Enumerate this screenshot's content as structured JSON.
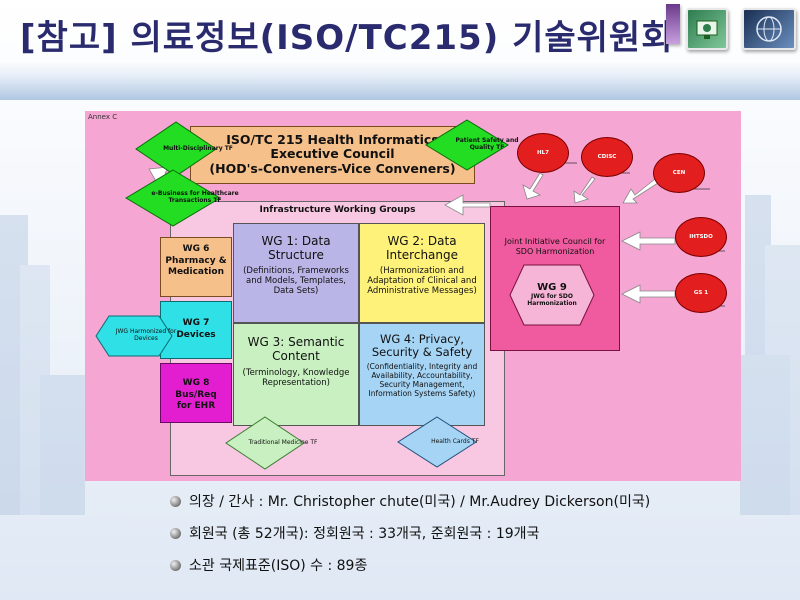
{
  "slide": {
    "title": "[참고] 의료정보(ISO/TC215) 기술위원회"
  },
  "diagram": {
    "annex_label": "Annex C",
    "executive_council": {
      "line1": "ISO/TC 215 Health Informatics",
      "line2": "Executive Council",
      "line3": "(HOD's-Conveners-Vice Conveners)"
    },
    "infrastructure_label": "Infrastructure Working Groups",
    "diamonds": {
      "multi_disciplinary": "Multi-Disciplinary TF",
      "patient_safety": "Patient Safety and Quality TF",
      "ebusiness": "e-Business for Healthcare Transactions TF",
      "jwg_devices": "JWG Harmonized for Devices",
      "traditional_medicine": "Traditional Medicine TF",
      "health_cards": "Health Cards TF"
    },
    "wg6": "WG 6 Pharmacy & Medication",
    "wg7": "WG 7 Devices",
    "wg8": "WG 8 Bus/Req for EHR",
    "wg1": {
      "title": "WG 1: Data Structure",
      "desc": "(Definitions, Frameworks and Models, Templates, Data Sets)"
    },
    "wg2": {
      "title": "WG 2: Data Interchange",
      "desc": "(Harmonization and Adaptation of Clinical and Administrative Messages)"
    },
    "wg3": {
      "title": "WG 3: Semantic Content",
      "desc": "(Terminology, Knowledge Representation)"
    },
    "wg4": {
      "title": "WG 4: Privacy, Security & Safety",
      "desc": "(Confidentiality, Integrity and Availability, Accountability, Security Management, Information Systems Safety)"
    },
    "jic": {
      "title": "Joint Initiative Council for SDO Harmonization"
    },
    "wg9": {
      "title": "WG 9",
      "desc": "JWG for SDO Harmonization"
    },
    "sdos": [
      "HL7",
      "CDISC",
      "CEN",
      "IHTSDO",
      "GS 1"
    ]
  },
  "bullets": [
    "의장 / 간사 : Mr. Christopher chute(미국) / Mr.Audrey Dickerson(미국)",
    "회원국 (총 52개국): 정회원국 : 33개국, 준회원국 : 19개국",
    "소관 국제표준(ISO) 수 : 89종"
  ]
}
